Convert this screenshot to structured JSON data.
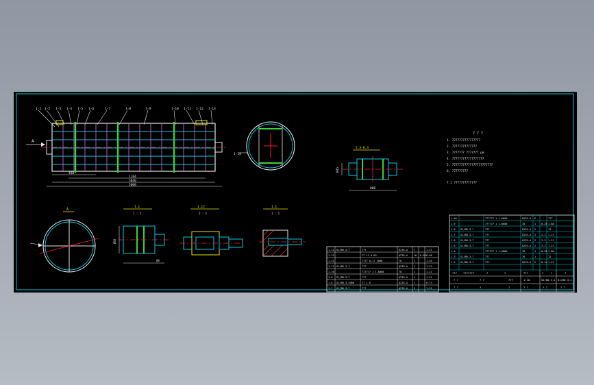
{
  "sheet": {
    "background": "#000000",
    "frame_color": "#00c8d8",
    "line_colors": {
      "outline": "#e8e8e8",
      "cyan": "#00d0e8",
      "green": "#3cd23c",
      "red": "#ff2020",
      "yellow": "#e8e800",
      "magenta": "#ff40ff",
      "hatch": "#ff3030"
    }
  },
  "main_view": {
    "balloons": [
      "1-1",
      "1-2",
      "1-3",
      "1-4",
      "1-5",
      "1-6",
      "1-7",
      "1-8",
      "1-9",
      "1-10",
      "1-11",
      "1-12",
      "1-13"
    ],
    "arrow_label": "A",
    "dimensions": [
      "400",
      "1184",
      "3840",
      "5000"
    ]
  },
  "section_circle": {
    "balloon": "1-14"
  },
  "shaft_detail": {
    "title": "2.3-8.3",
    "dimensions": [
      "Ø45",
      "880"
    ]
  },
  "view_a": {
    "title": "A"
  },
  "details": [
    {
      "title": "1.1",
      "scale": "1 : 1",
      "dimensions": [
        "Ø90",
        "88"
      ]
    },
    {
      "title": "1.12",
      "scale": "1 : 1",
      "dimensions": []
    },
    {
      "title": "1.1",
      "scale": "1 : 1",
      "dimensions": []
    }
  ],
  "notes": {
    "title": "7 7 7",
    "lines": [
      "1. 7777777777777777",
      "2. 77777777777777",
      "3. 7777777 7777777 µm",
      "4. 777777777777777777",
      "5. 77777777777777777777777",
      "6. 777777777"
    ],
    "footer": "7.1 7777777777777"
  },
  "bom_left": {
    "rows": [
      [
        "1-12",
        "G1/B0-3-7",
        "777",
        "Q235-A",
        "1",
        "",
        "1.21"
      ],
      [
        "1-13",
        "",
        "77 11 0.03",
        "Q235-A",
        "16",
        "0.03",
        "0.48"
      ],
      [
        "1-12",
        "",
        "7777 0.17 1000",
        "78",
        "1",
        "",
        "1.16"
      ],
      [
        "1-11",
        "G1/B0-3-7",
        "777",
        "Q235-A",
        "1",
        "",
        "1.21"
      ],
      [
        "1-10",
        "",
        "777777 1 1-6000",
        "78",
        "1",
        "",
        "1.21"
      ],
      [
        "1-9",
        "G1/B0-3-7",
        "777",
        "Q235-A",
        "1",
        "",
        "1.21"
      ],
      [
        "1-8",
        "G1/B0-3-2000",
        "77 1.0",
        "Q235-A",
        "1",
        "",
        "0.73"
      ],
      [
        "1-7",
        "G1/B0-3-7",
        "777",
        "Q235-A",
        "2",
        "",
        "1.21"
      ]
    ]
  },
  "bom_right": {
    "rows": [
      [
        "1-10",
        "",
        "777777 1 1-6000",
        "Q235-A",
        "6",
        "",
        "777"
      ],
      [
        "1-9",
        "",
        "777777 1 1-6000",
        "78",
        "1",
        "0.28",
        "1.88"
      ],
      [
        "1-8",
        "G1/B0-3-7",
        "777",
        "Q235-A",
        "2",
        "",
        "11"
      ],
      [
        "1-7",
        "G1/B0-3-7",
        "777",
        "Q235-A",
        "2",
        "2.1",
        "1.21"
      ],
      [
        "1-6",
        "G1/B0-3-7",
        "777",
        "Q235-A",
        "2",
        "3.3",
        "1.21"
      ],
      [
        "1-5",
        "G1/B0-3-7",
        "777",
        "Q235-A",
        "2",
        "3.3",
        "1.21"
      ],
      [
        "1-4",
        "",
        "777777 1 1-6000",
        "78",
        "1",
        "0.28",
        "1.88"
      ],
      [
        "1-3",
        "G1/B0-3-7",
        "777",
        "78",
        "1",
        "",
        "11"
      ],
      [
        "1-2",
        "G1/B0-3-7",
        "777",
        "Q235-A",
        "2",
        "0.14",
        "1.21"
      ]
    ],
    "header": [
      "777",
      "7777777",
      "7",
      "7",
      "777",
      "7",
      "7",
      "7"
    ]
  },
  "title_block": {
    "row1": [
      "7 7",
      "7 7",
      "777",
      "1:10",
      "G1/B0-3-1",
      "G1/B0-3-1"
    ],
    "row2": [
      "7 7",
      "7",
      "7",
      "7 7",
      "7 7",
      "7 7"
    ]
  }
}
